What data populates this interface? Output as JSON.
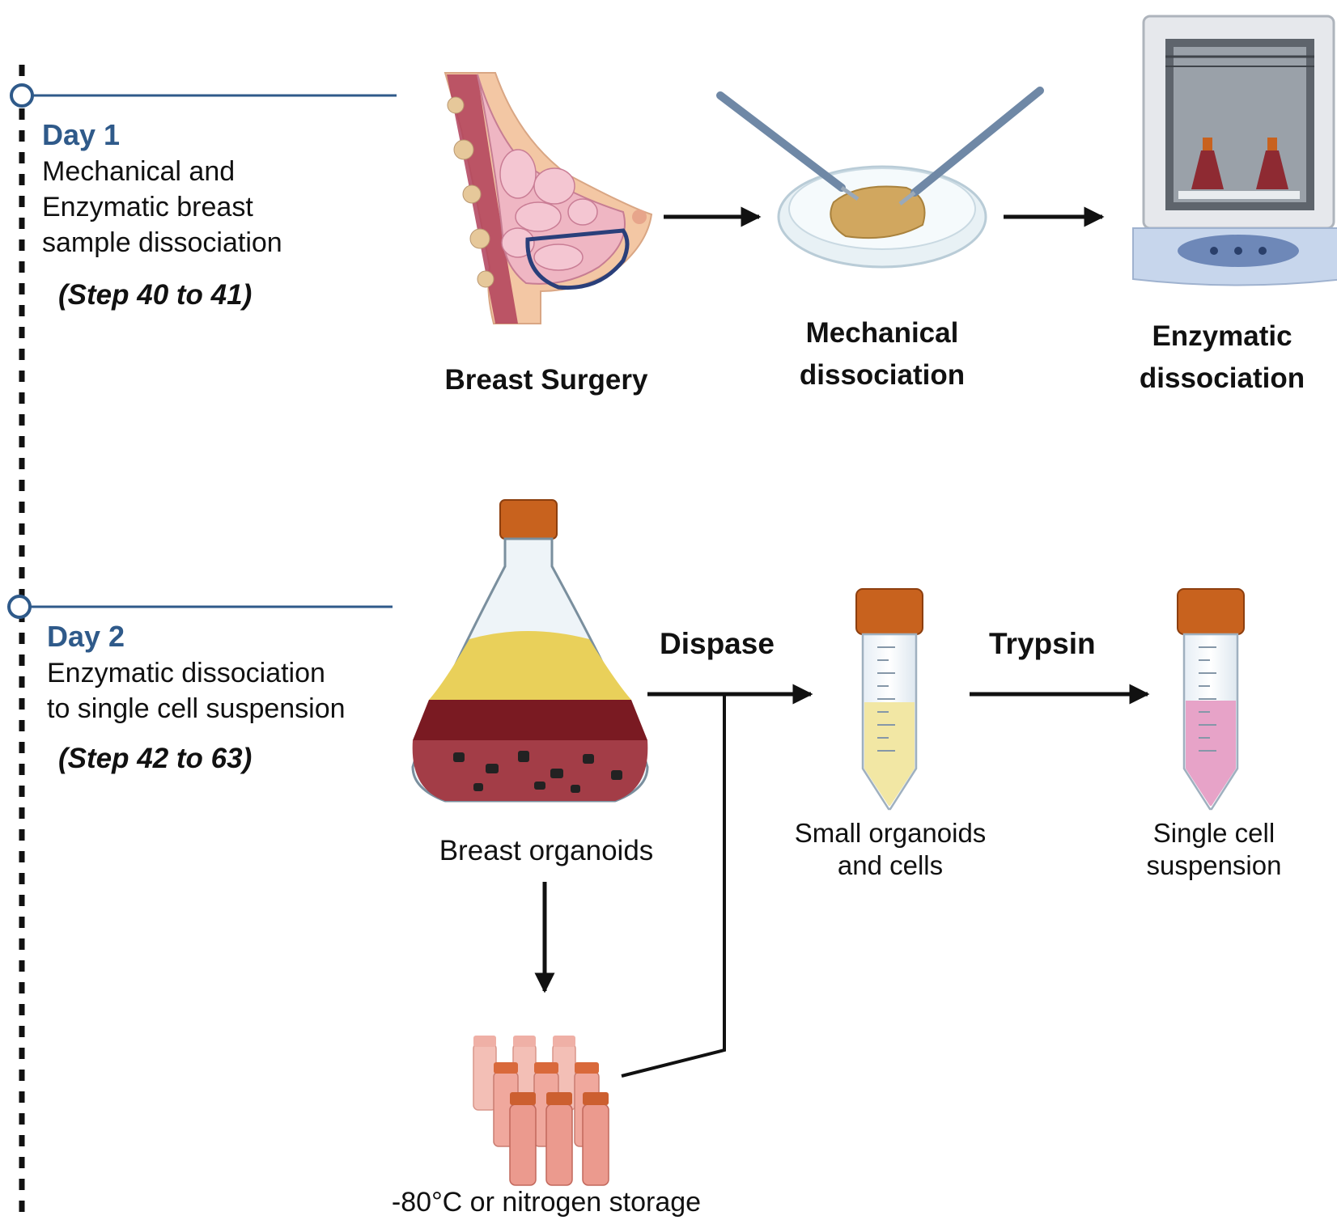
{
  "colors": {
    "timeline_accent": "#2f5a8a",
    "arrow": "#111111",
    "cap": "#c8621e",
    "tissue_pink": "#e9a7b8",
    "fat_tan": "#c9a465",
    "yellow_liquid": "#e9d05a",
    "dark_red_liquid": "#7a1a22",
    "pink_liquid": "#e7a3c8"
  },
  "day1": {
    "title": "Day 1",
    "description": [
      "Mechanical and",
      "Enzymatic breast",
      "sample dissociation"
    ],
    "steps": "(Step 40 to 41)",
    "stages": [
      {
        "label": [
          "Breast Surgery"
        ],
        "icon": "breast-anatomy-icon"
      },
      {
        "label": [
          "Mechanical",
          "dissociation"
        ],
        "icon": "petri-dish-scalpels-icon"
      },
      {
        "label": [
          "Enzymatic",
          "dissociation"
        ],
        "icon": "incubator-shaker-icon"
      }
    ]
  },
  "day2": {
    "title": "Day 2",
    "description": [
      "Enzymatic dissociation",
      "to single cell suspension"
    ],
    "steps": "(Step 42 to 63)",
    "stages": [
      {
        "label": [
          "Breast organoids"
        ],
        "icon": "erlenmeyer-flask-icon"
      },
      {
        "label": [
          "Small organoids",
          "and cells"
        ],
        "icon": "conical-tube-yellow-icon"
      },
      {
        "label": [
          "Single cell",
          "suspension"
        ],
        "icon": "conical-tube-pink-icon"
      },
      {
        "label": [
          "-80°C or nitrogen storage"
        ],
        "icon": "cryovials-icon"
      }
    ],
    "arrow_labels": [
      "Dispase",
      "Trypsin"
    ]
  }
}
